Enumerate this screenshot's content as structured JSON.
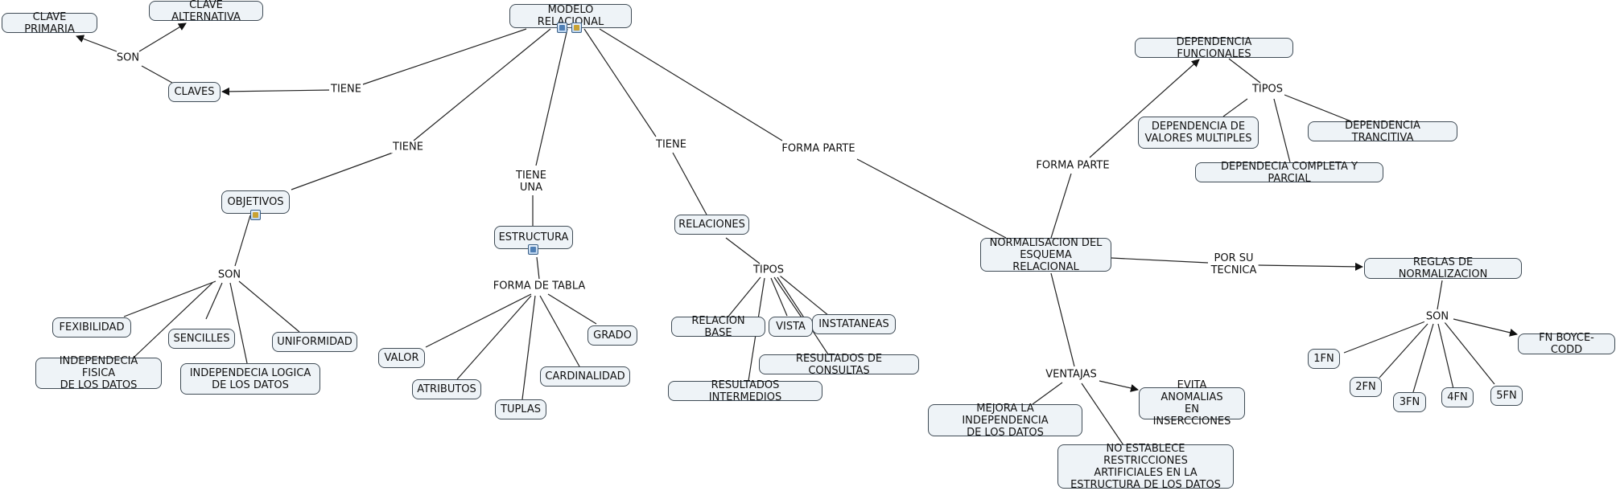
{
  "nodes": {
    "modelo_relacional": "MODELO RELACIONAL",
    "claves": "CLAVES",
    "clave_primaria": "CLAVE PRIMARIA",
    "clave_alternativa": "CLAVE ALTERNATIVA",
    "objetivos": "OBJETIVOS",
    "fexibilidad": "FEXIBILIDAD",
    "sencilles": "SENCILLES",
    "uniformidad": "UNIFORMIDAD",
    "independencia_fisica": "INDEPENDECIA FISICA\nDE LOS DATOS",
    "independencia_logica": "INDEPENDECIA LOGICA\nDE LOS DATOS",
    "estructura": "ESTRUCTURA",
    "valor": "VALOR",
    "atributos": "ATRIBUTOS",
    "tuplas": "TUPLAS",
    "cardinalidad": "CARDINALIDAD",
    "grado": "GRADO",
    "relaciones": "RELACIONES",
    "relacion_base": "RELACION BASE",
    "vista": "VISTA",
    "instataneas": "INSTATANEAS",
    "resultados_consultas": "RESULTADOS DE CONSULTAS",
    "resultados_intermedios": "RESULTADOS INTERMEDIOS",
    "normalisacion": "NORMALISACION DEL\nESQUEMA RELACIONAL",
    "dependencia_funcionales": "DEPENDENCIA FUNCIONALES",
    "dependencia_multiples": "DEPENDENCIA DE\nVALORES MULTIPLES",
    "dependencia_trancitiva": "DEPENDENCIA TRANCITIVA",
    "dependencia_completa": "DEPENDECIA COMPLETA Y PARCIAL",
    "reglas_normalizacion": "REGLAS DE NORMALIZACION",
    "fn1": "1FN",
    "fn2": "2FN",
    "fn3": "3FN",
    "fn4": "4FN",
    "fn5": "5FN",
    "fn_boyce": "FN BOYCE-CODD",
    "mejora_independencia": "MEJORA LA INDEPENDENCIA\nDE LOS DATOS",
    "evita_anomalias": "EVITA ANOMALIAS\nEN INSERCCIONES",
    "no_restricciones": "NO ESTABLECE RESTRICCIONES\nARTIFICIALES EN LA\nESTRUCTURA DE LOS DATOS"
  },
  "links": {
    "son_claves": "SON",
    "tiene_claves": "TIENE",
    "tiene_objetivos": "TIENE",
    "tiene_una": "TIENE\nUNA",
    "tiene_relaciones": "TIENE",
    "forma_parte_1": "FORMA PARTE",
    "son_objetivos": "SON",
    "forma_de_tabla": "FORMA DE TABLA",
    "tipos_relaciones": "TIPOS",
    "forma_parte_2": "FORMA PARTE",
    "tipos_dependencia": "TIPOS",
    "por_su_tecnica": "POR SU\nTECNICA",
    "son_fn": "SON",
    "ventajas": "VENTAJAS"
  },
  "icons": {
    "modelo_relacional": [
      "image-resource-icon",
      "document-resource-icon"
    ],
    "objetivos": [
      "document-resource-icon"
    ],
    "estructura": [
      "image-resource-icon"
    ]
  },
  "colors": {
    "node_fill": "#eef3f7",
    "node_border": "#3f4b55",
    "line": "#222222"
  }
}
